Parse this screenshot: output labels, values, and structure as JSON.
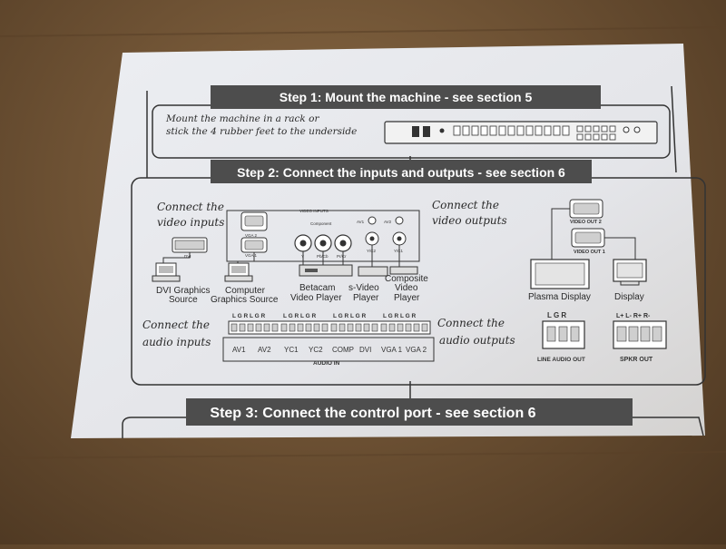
{
  "steps": {
    "step1": "Step 1: Mount the machine - see section 5",
    "step2": "Step 2: Connect the inputs and outputs - see section 6",
    "step3": "Step 3: Connect the control port - see section 6"
  },
  "mount": {
    "line1": "Mount the machine in a rack or",
    "line2": "stick the 4 rubber feet to the underside"
  },
  "video_inputs": {
    "label_line1": "Connect the",
    "label_line2": "video inputs",
    "header": "VIDEO INPUTS",
    "component": "Component",
    "vga2": "VGA 2",
    "vga1": "VGA 1",
    "dvi": "DVI",
    "y": "Y",
    "pbcb": "Pb/Cb",
    "prcr": "Pr/Cr",
    "yc2": "Y/C2",
    "av1": "AV1",
    "yc1": "Y/C1",
    "av2": "AV2",
    "sources": {
      "dvi_line1": "DVI  Graphics",
      "dvi_line2": "Source",
      "comp_line1": "Computer",
      "comp_line2": "Graphics Source",
      "beta_line1": "Betacam",
      "beta_line2": "Video Player",
      "svideo_line1": "s-Video",
      "svideo_line2": "Player",
      "composite_line1": "Composite",
      "composite_line2": "Video",
      "composite_line3": "Player"
    }
  },
  "video_outputs": {
    "label_line1": "Connect the",
    "label_line2": "video outputs",
    "out2": "VIDEO OUT 2",
    "out1": "VIDEO OUT 1",
    "plasma": "Plasma Display",
    "display": "Display"
  },
  "audio_inputs": {
    "label_line1": "Connect the",
    "label_line2": "audio inputs",
    "lgr_groups": [
      "L G R L G R",
      "L G R L G R",
      "L G R L G R",
      "L G R L G R"
    ],
    "channels": [
      "AV1",
      "AV2",
      "YC1",
      "YC2",
      "COMP",
      "DVI",
      "VGA 1",
      "VGA 2"
    ],
    "footer": "AUDIO IN"
  },
  "audio_outputs": {
    "label_line1": "Connect the",
    "label_line2": "audio outputs",
    "lgr": "L  G  R",
    "spkr_pins": "L+  L-  R+  R-",
    "line_out": "LINE AUDIO OUT",
    "spkr_out": "SPKR OUT"
  },
  "colors": {
    "banner": "#4d4d4d",
    "paper": "#e9e9ec",
    "ink": "#2a2a2a"
  }
}
